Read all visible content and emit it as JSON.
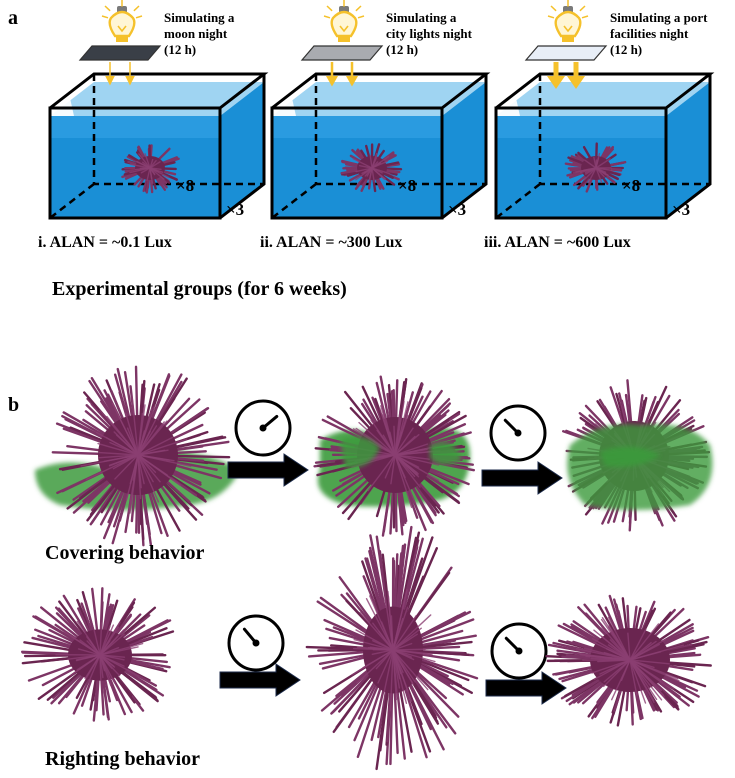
{
  "panel_a": {
    "letter": "a",
    "tanks": [
      {
        "note_lines": [
          "Simulating a",
          "moon night",
          "(12 h)"
        ],
        "label": "i. ALAN = ~0.1 Lux",
        "count_urchins": "×8",
        "count_tanks": "×3",
        "filter_color": "#3a3f47",
        "arrow_weight": "thin"
      },
      {
        "note_lines": [
          "Simulating a",
          "city lights night",
          "(12 h)"
        ],
        "label": "ii. ALAN = ~300 Lux",
        "count_urchins": "×8",
        "count_tanks": "×3",
        "filter_color": "#a9abb0",
        "arrow_weight": "medium"
      },
      {
        "note_lines": [
          "Simulating a port",
          "facilities night",
          "(12 h)"
        ],
        "label": "iii. ALAN = ~600 Lux",
        "count_urchins": "×8",
        "count_tanks": "×3",
        "filter_color": "#e8eef7",
        "arrow_weight": "thick"
      }
    ],
    "caption": "Experimental groups (for 6 weeks)"
  },
  "panel_b": {
    "letter": "b",
    "rows": [
      {
        "label": "Covering behavior",
        "has_algae": true
      },
      {
        "label": "Righting behavior",
        "has_algae": false
      }
    ]
  },
  "colors": {
    "water": "#1a8fd6",
    "water_light": "#9fd4f2",
    "urchin": "#6a2550",
    "urchin_spine": "#7d3565",
    "algae": "#3c9a3c",
    "bulb": "#f5c12b",
    "arrow": "#111111"
  }
}
